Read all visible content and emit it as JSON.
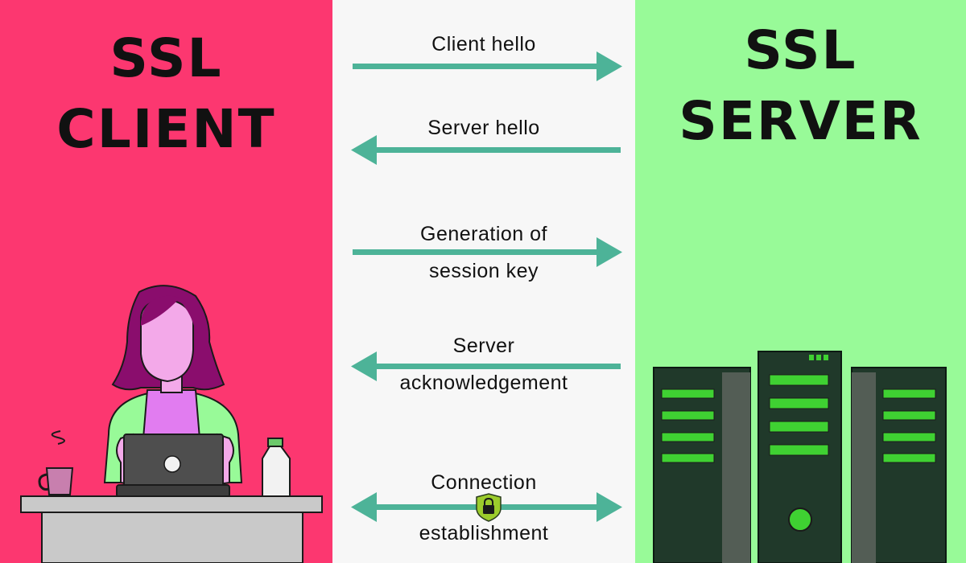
{
  "client": {
    "title_line1": "SSL",
    "title_line2": "CLIENT"
  },
  "server": {
    "title_line1": "SSL",
    "title_line2": "SERVER"
  },
  "steps": [
    {
      "label": "Client hello",
      "direction": "to-server"
    },
    {
      "label": "Server hello",
      "direction": "to-client"
    },
    {
      "label_line1": "Generation of",
      "label_line2": "session key",
      "direction": "to-server"
    },
    {
      "label_line1": "Server",
      "label_line2": "acknowledgement",
      "direction": "to-client"
    },
    {
      "label_line1": "Connection",
      "label_line2": "establishment",
      "direction": "both"
    }
  ],
  "icons": {
    "lock": "lock-icon",
    "person": "person-icon",
    "laptop": "laptop-icon",
    "cup": "coffee-cup-icon",
    "bottle": "bottle-icon",
    "server": "server-rack-icon"
  },
  "colors": {
    "client_bg": "#fc3770",
    "server_bg": "#98fa98",
    "middle_bg": "#f7f7f7",
    "arrow": "#4db398",
    "server_light": "#3fd132"
  }
}
